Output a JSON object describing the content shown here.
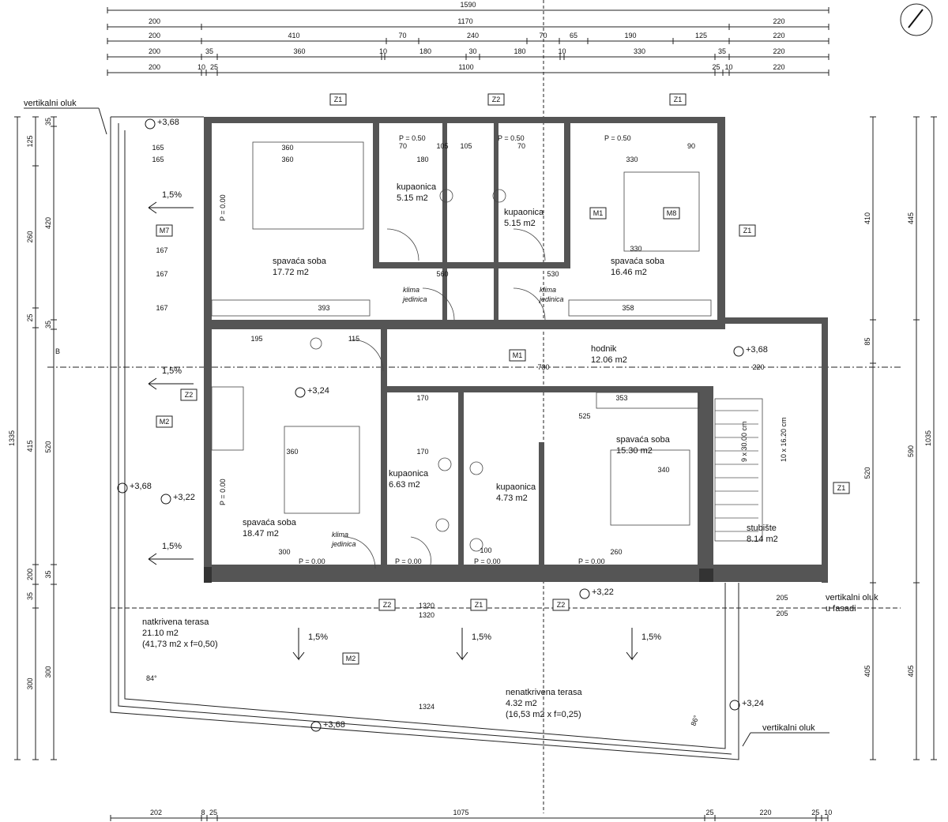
{
  "plan": {
    "top_dimensions": [
      [
        "1590"
      ],
      [
        "200",
        "1170",
        "220"
      ],
      [
        "200",
        "410",
        "70",
        "240",
        "70",
        "65",
        "190",
        "125",
        "220"
      ],
      [
        "200",
        "35",
        "360",
        "10",
        "180",
        "30",
        "180",
        "10",
        "330",
        "35",
        "220"
      ],
      [
        "200",
        "10",
        "25",
        "1100",
        "25",
        "10",
        "220"
      ]
    ],
    "bottom_dimensions": [
      "202",
      "8",
      "25",
      "1075",
      "25",
      "220",
      "25",
      "10"
    ],
    "left_dimensions": [
      [
        "1335"
      ],
      [
        "125",
        "260",
        "25",
        "415",
        "200",
        "35",
        "300"
      ],
      [
        "35",
        "420",
        "35",
        "520",
        "35",
        "300"
      ]
    ],
    "right_dimensions": [
      [
        "1035"
      ],
      [
        "445",
        "590",
        "405"
      ],
      [
        "410",
        "85",
        "520",
        "405"
      ]
    ],
    "rooms": [
      {
        "name": "spavaća soba",
        "area": "17.72 m2"
      },
      {
        "name": "kupaonica",
        "area": "5.15 m2"
      },
      {
        "name": "kupaonica",
        "area": "5.15 m2"
      },
      {
        "name": "spavaća soba",
        "area": "16.46 m2"
      },
      {
        "name": "hodnik",
        "area": "12.06 m2"
      },
      {
        "name": "spavaća soba",
        "area": "18.47 m2"
      },
      {
        "name": "kupaonica",
        "area": "6.63 m2"
      },
      {
        "name": "kupaonica",
        "area": "4.73 m2"
      },
      {
        "name": "spavaća soba",
        "area": "15.30 m2"
      },
      {
        "name": "stubište",
        "area": "8.14 m2"
      }
    ],
    "terraces": [
      {
        "name": "natkrivena terasa",
        "area": "21.10 m2",
        "note": "(41,73 m2 x f=0,50)"
      },
      {
        "name": "nenatkrivena terasa",
        "area": "4.32 m2",
        "note": "(16,53 m2 x f=0,25)"
      }
    ],
    "annotations": {
      "gutter": "vertikalni oluk",
      "gutter_facade_1": "vertikalni oluk",
      "gutter_facade_2": "u fasadi",
      "gutter_bottom": "vertikalni oluk",
      "ac_unit_1": "klima",
      "ac_unit_2": "jedinica",
      "slope": "1,5%",
      "section_mark": "B",
      "stairs_spec_1": "9 x 30.00 cm",
      "stairs_spec_2": "10 x 16.20 cm",
      "angle_1": "84°",
      "angle_2": "86°"
    },
    "levels": [
      "+3,68",
      "+3,24",
      "+3,22",
      "+3,68",
      "+3,68",
      "+3,22",
      "+3,24",
      "+3,68"
    ],
    "floor_heights": [
      "P = 0.50",
      "P = 0.50",
      "P = 0.50",
      "P = 0.00",
      "P = 0.00",
      "P = 0.00",
      "P = 0.00",
      "P = 0.00",
      "P = 0.00"
    ],
    "tags": [
      "Z1",
      "Z2",
      "Z1",
      "M1",
      "M8",
      "Z1",
      "M7",
      "M1",
      "Z2",
      "M2",
      "Z1",
      "Z2",
      "Z1",
      "Z2",
      "M2"
    ],
    "inner_dims": [
      "360",
      "360",
      "165",
      "165",
      "167",
      "167",
      "167",
      "393",
      "560",
      "530",
      "358",
      "330",
      "330",
      "105",
      "180",
      "70",
      "70",
      "105",
      "90",
      "730",
      "220",
      "353",
      "525",
      "340",
      "360",
      "170",
      "170",
      "300",
      "260",
      "100",
      "1320",
      "1320",
      "1324",
      "205",
      "205",
      "195",
      "115"
    ]
  }
}
